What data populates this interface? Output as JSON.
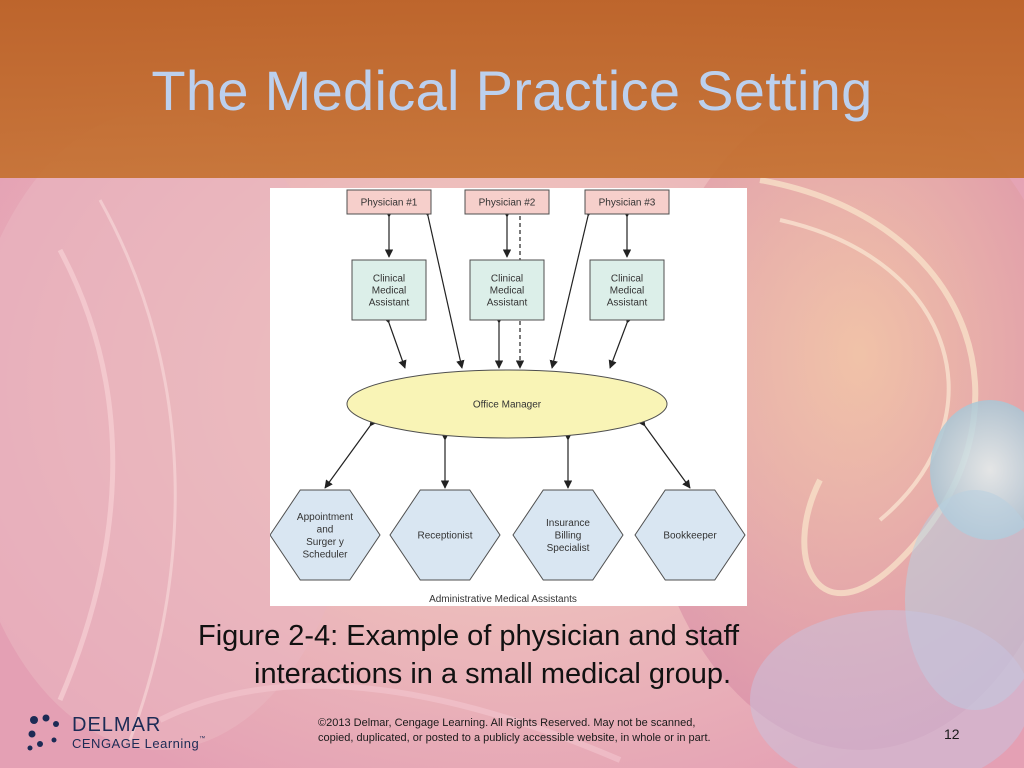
{
  "slide": {
    "title": "The Medical Practice Setting",
    "page_number": "12"
  },
  "diagram": {
    "physicians": [
      "Physician #1",
      "Physician #2",
      "Physician #3"
    ],
    "assistants": [
      [
        "Clinical",
        "Medical",
        "Assistant"
      ],
      [
        "Clinical",
        "Medical",
        "Assistant"
      ],
      [
        "Clinical",
        "Medical",
        "Assistant"
      ]
    ],
    "manager": "Office Manager",
    "staff": [
      [
        "Appointment",
        "and",
        "Surger y",
        "Scheduler"
      ],
      [
        "Receptionist"
      ],
      [
        "Insurance",
        "Billing",
        "Specialist"
      ],
      [
        "Bookkeeper"
      ]
    ],
    "group_label": "Administrative Medical Assistants",
    "colors": {
      "physician_fill": "#f6cfcb",
      "assistant_fill": "#dcefe9",
      "manager_fill": "#f9f4b6",
      "staff_fill": "#d9e6f2",
      "stroke": "#4f4f4f"
    }
  },
  "caption": {
    "line1": "Figure 2-4: Example of physician and staff",
    "line2": "interactions in a small medical group."
  },
  "footer": {
    "logo_line1": "DELMAR",
    "logo_line2": "CENGAGE Learning",
    "logo_tm": "™",
    "copyright_line1": "©2013 Delmar, Cengage Learning. All Rights Reserved. May not be scanned,",
    "copyright_line2": "copied, duplicated, or posted to a publicly accessible website, in whole or in part."
  }
}
